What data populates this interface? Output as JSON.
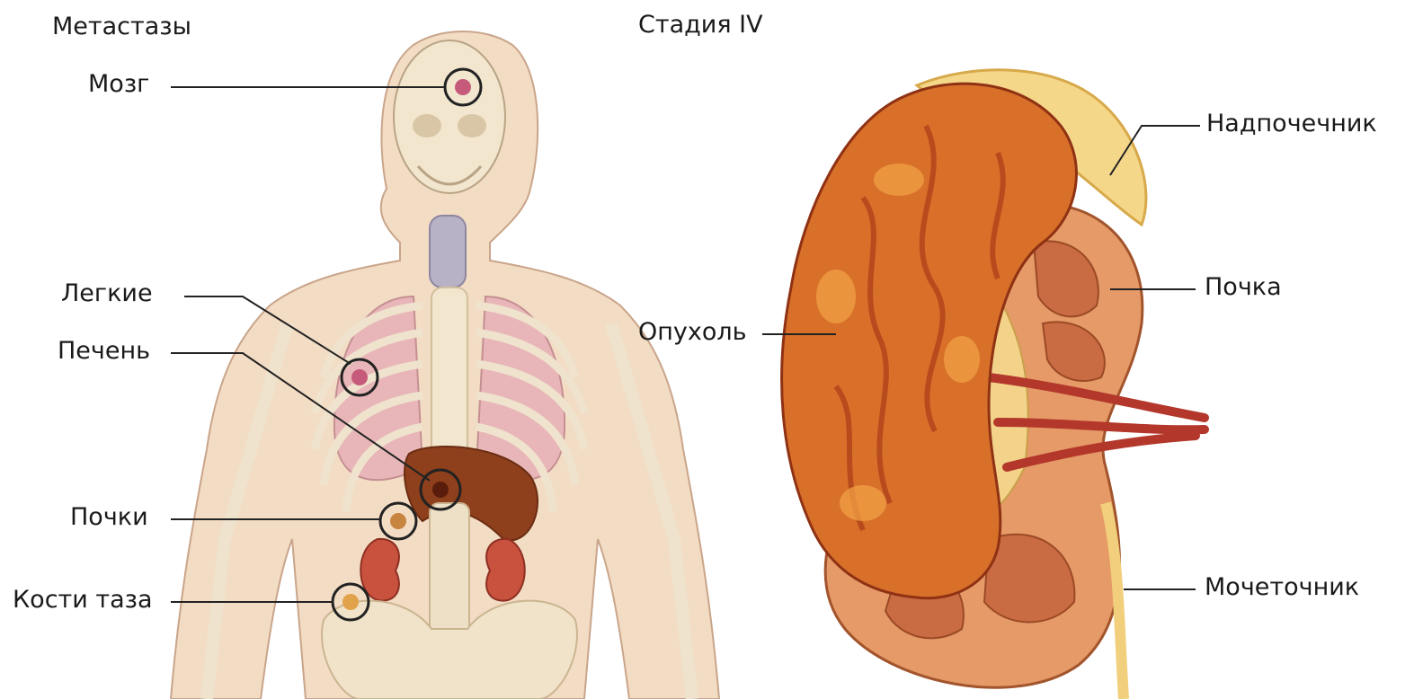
{
  "headings": {
    "left": "Метастазы",
    "right": "Стадия IV"
  },
  "body_labels": {
    "brain": "Мозг",
    "lungs": "Легкие",
    "liver": "Печень",
    "kidneys": "Почки",
    "pelvic_bones": "Кости таза"
  },
  "kidney_labels": {
    "adrenal": "Надпочечник",
    "kidney": "Почка",
    "tumor": "Опухоль",
    "ureter": "Мочеточник"
  },
  "colors": {
    "skin": "#f3dcc4",
    "bone": "#f2e6cf",
    "lung": "#e8b6b8",
    "kidney": "#c9523e",
    "tumor": "#d8702a",
    "tumor_dark": "#b0421a",
    "adrenal": "#f5d78a",
    "cortex": "#e59a68",
    "medulla": "#c96b43",
    "vessel": "#b3372a",
    "leader": "#222222"
  }
}
